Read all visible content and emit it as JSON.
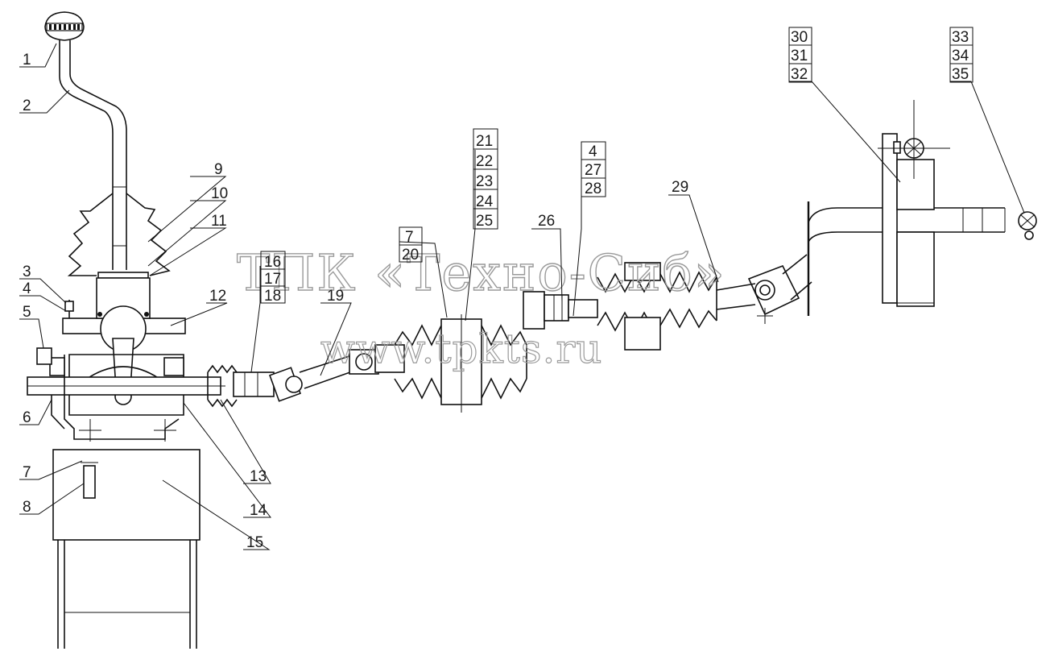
{
  "watermark": {
    "line1": "ТПК «Техно-Сиб»",
    "line2": "www.tpkts.ru"
  },
  "callouts": {
    "c1": "1",
    "c2": "2",
    "c3": "3",
    "c4a": "4",
    "c5": "5",
    "c6": "6",
    "c7a": "7",
    "c8": "8",
    "c9": "9",
    "c10": "10",
    "c11": "11",
    "c12": "12",
    "c13": "13",
    "c14": "14",
    "c15": "15",
    "c16": "16",
    "c17": "17",
    "c18": "18",
    "c19": "19",
    "c7b": "7",
    "c20": "20",
    "c21": "21",
    "c22": "22",
    "c23": "23",
    "c24": "24",
    "c25": "25",
    "c26": "26",
    "c4b": "4",
    "c27": "27",
    "c28": "28",
    "c29": "29",
    "c30": "30",
    "c31": "31",
    "c32": "32",
    "c33": "33",
    "c34": "34",
    "c35": "35"
  }
}
